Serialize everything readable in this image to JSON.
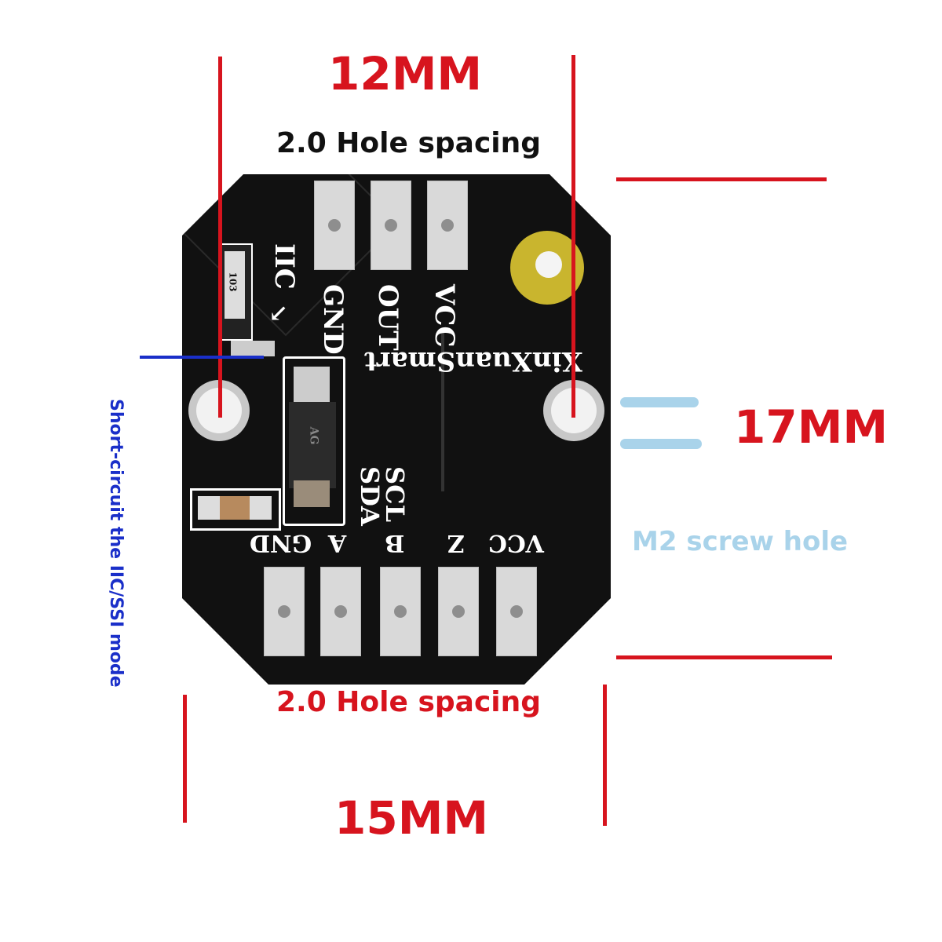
{
  "annotations": {
    "width_top": "12MM",
    "top_spacing": "2.0 Hole spacing",
    "height": "17MM",
    "screw_hole": "M2 screw hole",
    "bottom_spacing": "2.0 Hole spacing",
    "width_bottom": "15MM",
    "short_circuit_note": "Short-circuit the IIC/SSI mode"
  },
  "board": {
    "brand": "XinXuanSmart",
    "top_pins": [
      "GND",
      "OUT",
      "VCC"
    ],
    "bottom_pins": [
      "GND",
      "A",
      "B",
      "VCC",
      "Z"
    ],
    "mode_label": "IIC",
    "i2c_labels": [
      "SCL",
      "SDA"
    ],
    "resistor_marking": "103",
    "diode_marking": "AG"
  },
  "colors": {
    "dimension": "#d7141e",
    "note": "#1a2fc9",
    "screw": "#a9d3ea",
    "board": "#111111",
    "pad": "#d9d9d9"
  }
}
